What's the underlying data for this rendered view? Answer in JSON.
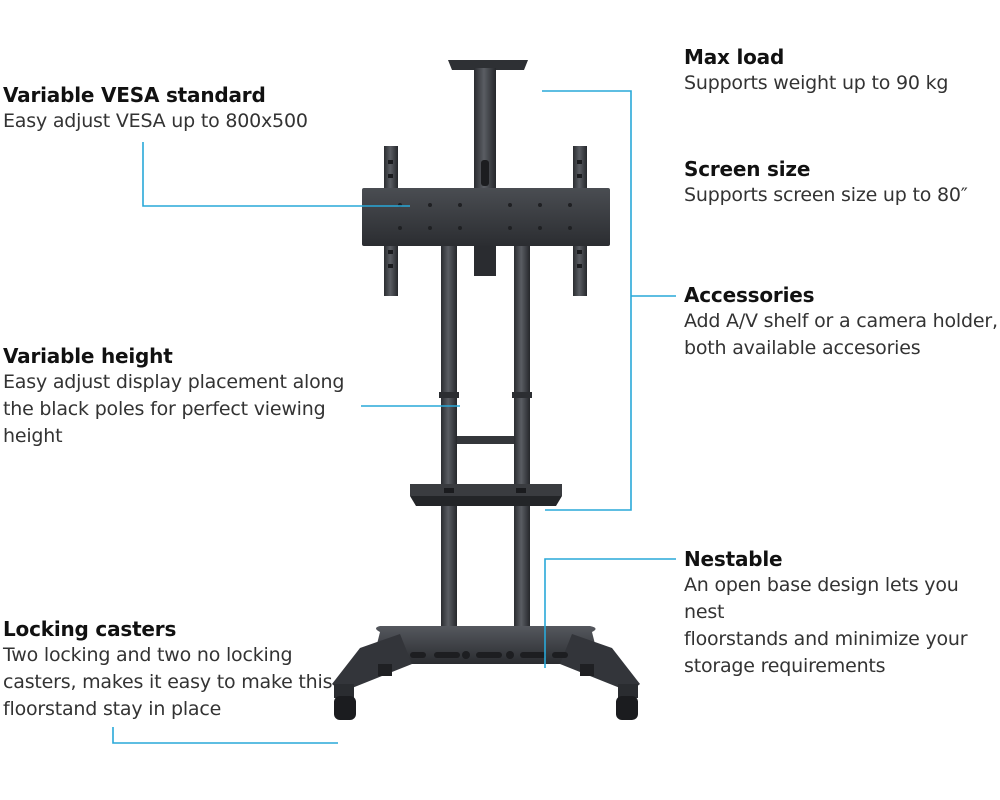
{
  "accent_color": "#29a8d8",
  "stand_color": "#3a3c40",
  "callouts": {
    "vesa": {
      "title": "Variable VESA standard",
      "desc": "Easy adjust VESA up to 800x500"
    },
    "height": {
      "title": "Variable height",
      "desc": "Easy adjust display placement along\nthe black poles for perfect viewing\nheight"
    },
    "casters": {
      "title": "Locking casters",
      "desc": "Two locking and two no locking\ncasters, makes it easy to make this\nfloorstand stay in place"
    },
    "maxload": {
      "title": "Max load",
      "desc": "Supports weight up to 90 kg"
    },
    "screen": {
      "title": "Screen size",
      "desc": "Supports screen size up to 80″"
    },
    "accessories": {
      "title": "Accessories",
      "desc": "Add A/V shelf or a camera holder,\nboth available accesories"
    },
    "nestable": {
      "title": "Nestable",
      "desc": "An open base design lets you nest\nfloorstands and minimize your\nstorage requirements"
    }
  }
}
